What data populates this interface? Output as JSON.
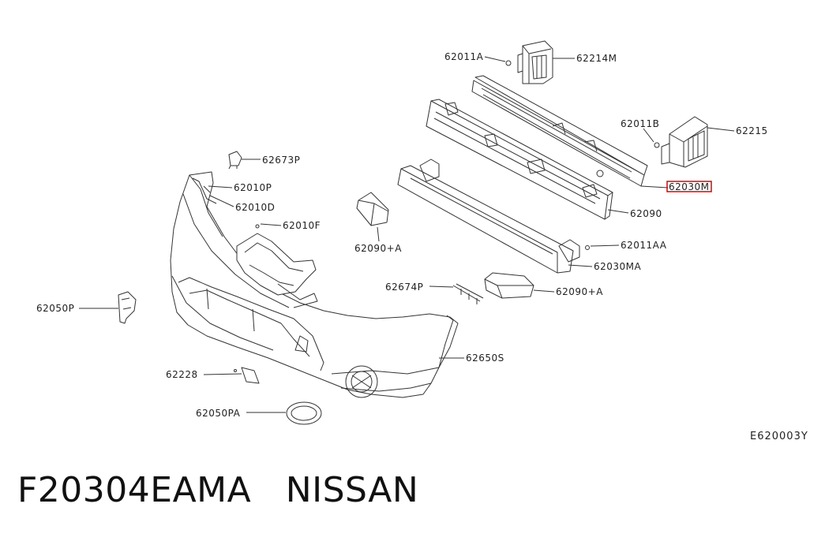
{
  "reference_code": "E620003Y",
  "caption": {
    "part_number": "F20304EAMA",
    "brand": "NISSAN"
  },
  "highlighted_part": "62030M",
  "highlight_color": "#e00000",
  "labels": {
    "p62011A": "62011A",
    "p62214M": "62214M",
    "p62011B": "62011B",
    "p62215": "62215",
    "p62030M": "62030M",
    "p62090": "62090",
    "p62011AA": "62011AA",
    "p62030MA": "62030MA",
    "p62673P": "62673P",
    "p62010P": "62010P",
    "p62010D": "62010D",
    "p62010F": "62010F",
    "p62090A_1": "62090+A",
    "p62674P": "62674P",
    "p62090A_2": "62090+A",
    "p62050P": "62050P",
    "p62650S": "62650S",
    "p62228": "62228",
    "p62050PA": "62050PA"
  }
}
